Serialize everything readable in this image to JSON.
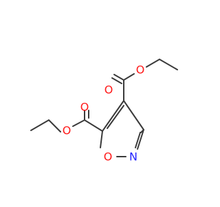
{
  "molecule": {
    "atoms": {
      "o_carbonyl_top": "O",
      "o_ester_top": "O",
      "o_carbonyl_left": "O",
      "o_ester_left": "O",
      "o_ring": "O",
      "n_ring": "N"
    },
    "colors": {
      "bond": "#3a3a3a",
      "oxygen": "#ff1a1a",
      "nitrogen": "#2323ff",
      "background": "#ffffff"
    }
  }
}
